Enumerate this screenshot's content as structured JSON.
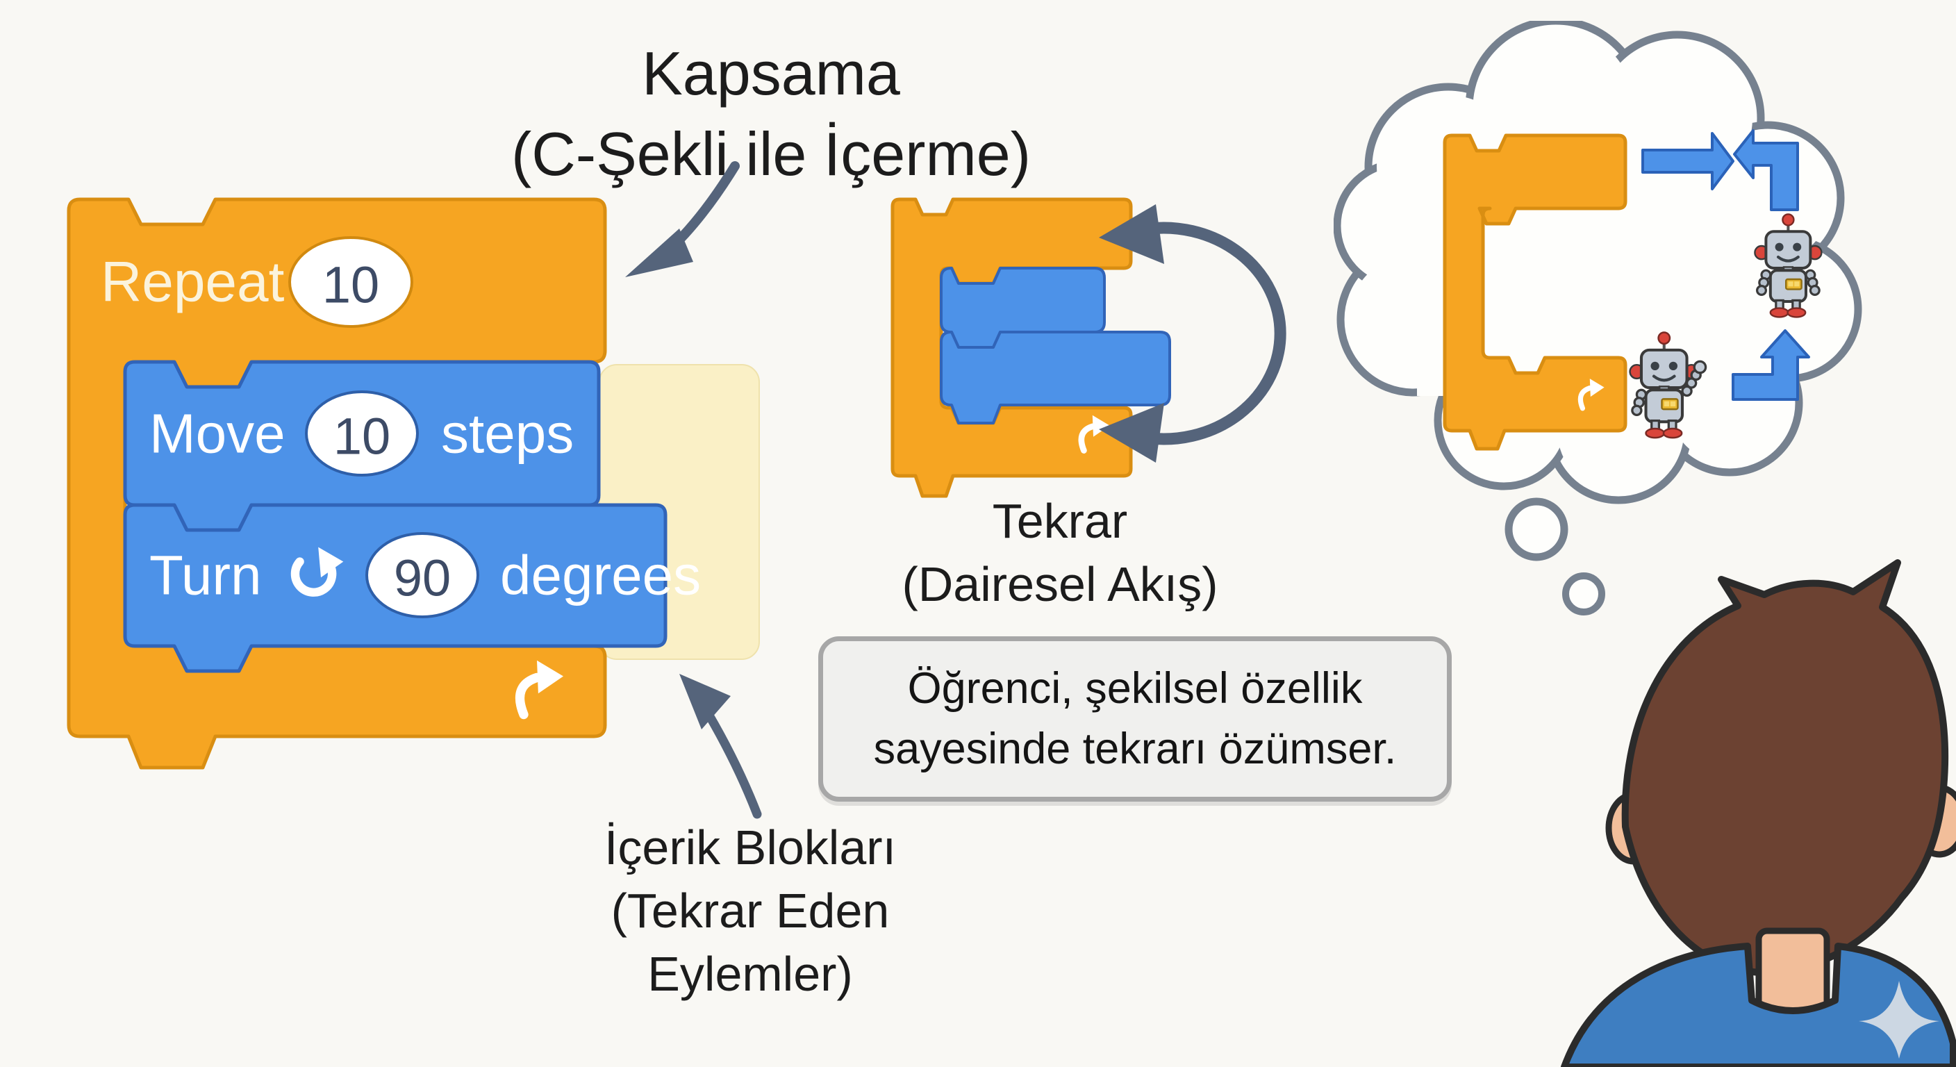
{
  "colors": {
    "bg": "#F9F8F4",
    "ink": "#1C1C1C",
    "orange": "#F6A522",
    "orange-border": "#D98E12",
    "blue": "#4D92E8",
    "blue-border": "#3164B8",
    "cream": "#FAF0C6",
    "slate": "#55647B",
    "cloud-line": "#76818F",
    "cloud-fill": "#FEFEFC",
    "note-bg": "#F0F0EE",
    "note-border": "#A7A7A7",
    "navy": "#3D4B66",
    "white-warm": "#FBF3DC",
    "robot-gray": "#C3CCD7",
    "accent-red": "#D9453B",
    "skin": "#F2BE9A",
    "hair": "#6C4232",
    "shirt": "#3E7EC1"
  },
  "title": {
    "line1": "Kapsama",
    "line2": "(C-Şekli ile İçerme)"
  },
  "repeat_block": {
    "label": "Repeat",
    "count": "10"
  },
  "move_block": {
    "label": "Move",
    "value": "10",
    "suffix": "steps"
  },
  "turn_block": {
    "label": "Turn",
    "value": "90",
    "suffix": "degrees"
  },
  "loop_stack_label": {
    "line1": "Tekrar",
    "line2": "(Dairesel Akış)"
  },
  "content_label": {
    "line1": "İçerik Blokları",
    "line2": "(Tekrar Eden",
    "line3": "Eylemler)"
  },
  "note_box": {
    "line1": "Öğrenci, şekilsel özellik",
    "line2": "sayesinde tekrarı özümser."
  }
}
